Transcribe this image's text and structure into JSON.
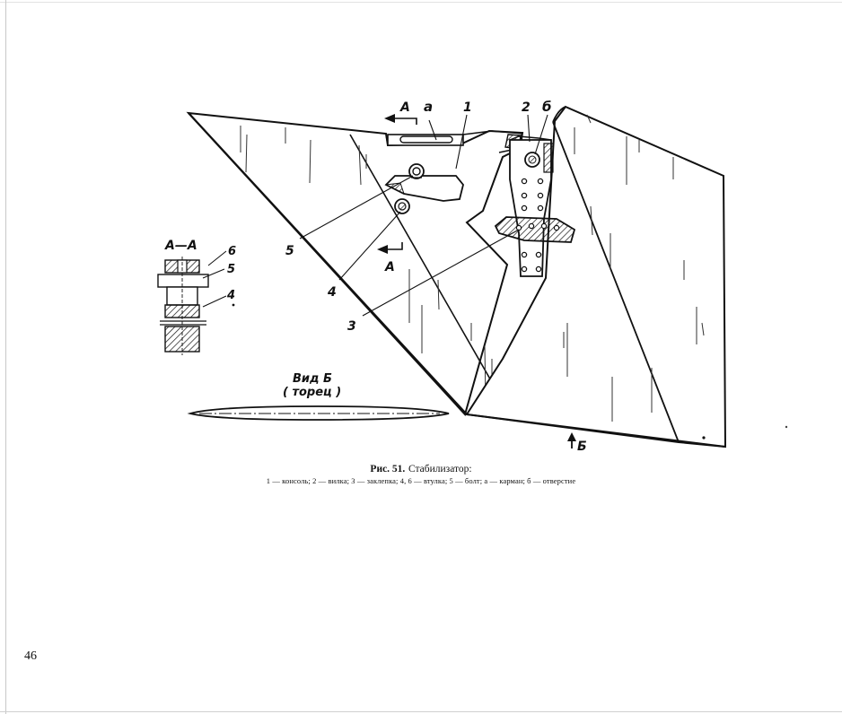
{
  "figure": {
    "labels": {
      "arrow_a_top": "А",
      "arrow_a_bottom": "А",
      "pocket": "а",
      "console": "1",
      "fork": "2",
      "hole": "б",
      "rivet": "3",
      "bushing": "4",
      "bolt": "5",
      "arrow_b": "Б"
    },
    "section": {
      "title": "А—А",
      "labels": [
        "6",
        "5",
        "4"
      ]
    },
    "end_view": {
      "title": "Вид Б",
      "subtitle": "( торец )"
    }
  },
  "caption": {
    "figure_number": "Рис. 51.",
    "figure_name": "Стабилизатор:",
    "legend": "1 — консоль; 2 — вилка; 3 — заклепка; 4, 6 — втулка; 5 — болт; а — карман; б — отверстие"
  },
  "page_number": "46"
}
